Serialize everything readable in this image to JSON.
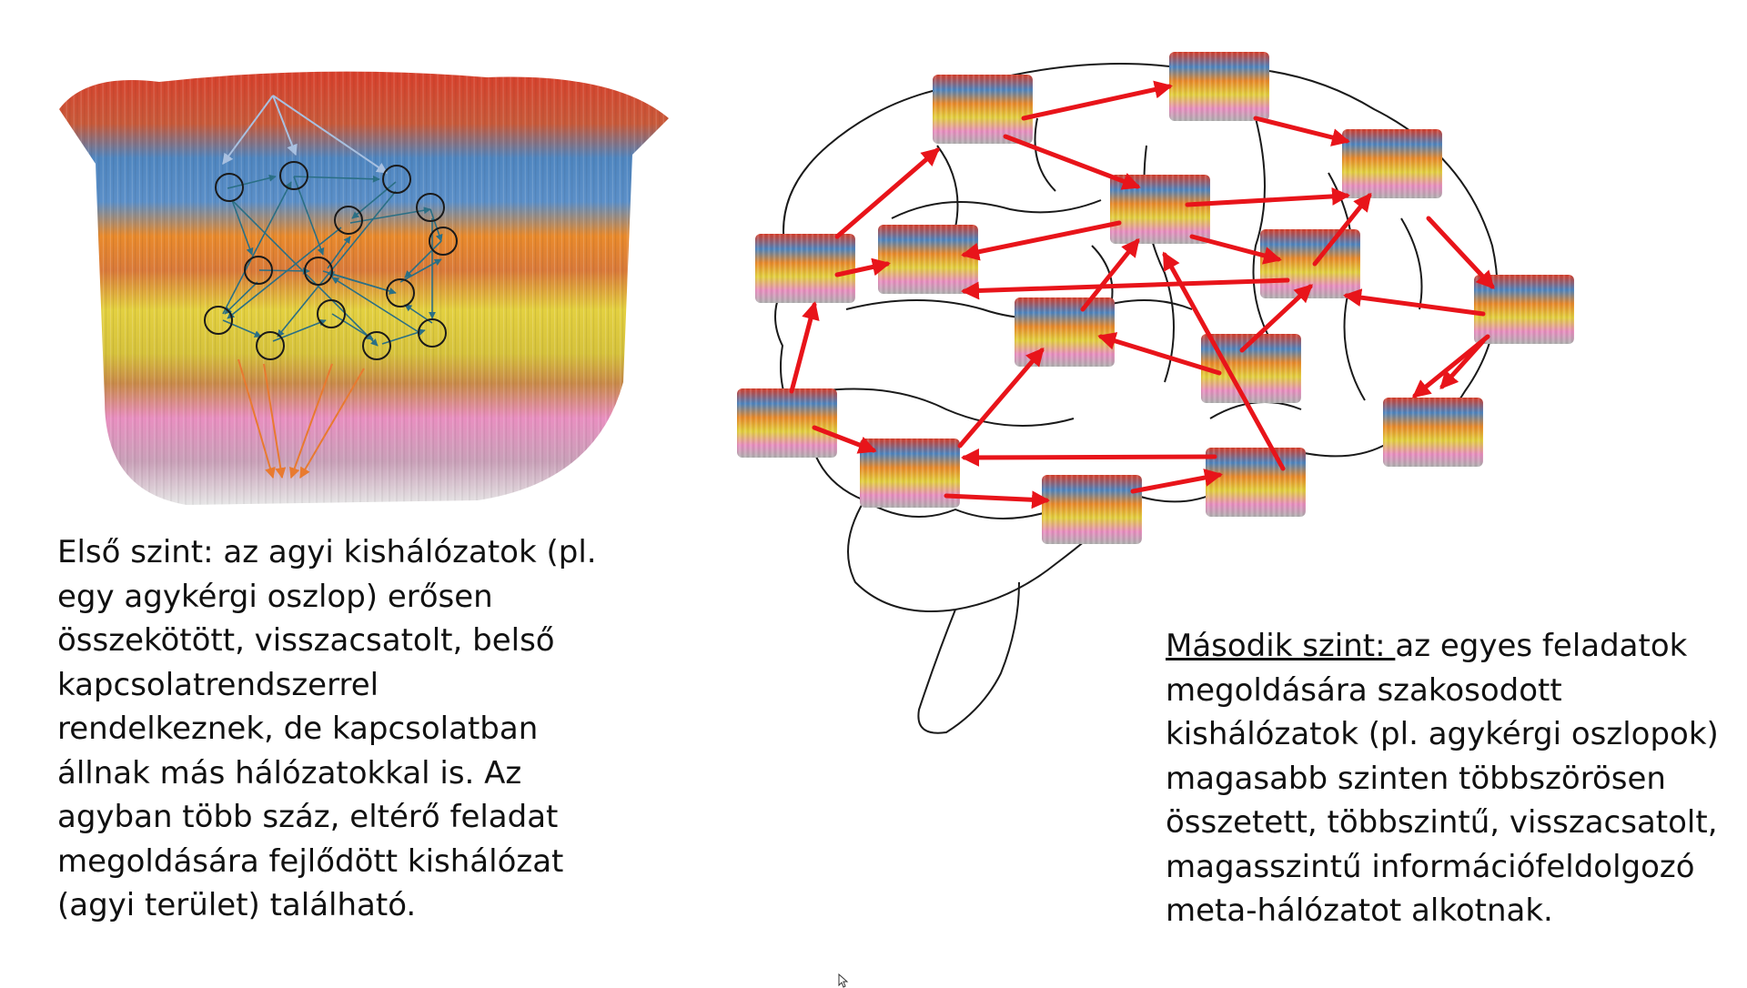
{
  "captions": {
    "first_lines": [
      "Első szint: az agyi kishálózatok (pl.",
      "egy agykérgi oszlop) erősen",
      "összekötött, visszacsatolt, belső",
      "kapcsolatrendszerrel",
      "rendelkeznek, de kapcsolatban",
      "állnak más hálózatokkal is. Az",
      "agyban több száz, eltérő feladat",
      "megoldására fejlődött kishálózat",
      "(agyi terület) található."
    ],
    "second_heading": "Második szint: ",
    "second_lines": [
      "az egyes feladatok",
      "megoldására szakosodott",
      "kishálózatok (pl. agykérgi oszlopok)",
      "magasabb szinten többszörösen",
      "összetett, többszintű, visszacsatolt,",
      "magasszintű információfeldolgozó",
      "meta-hálózatot alkotnak."
    ]
  },
  "colors": {
    "arrow_red": "#e8141a",
    "network_edge": "#2a6f85",
    "input_arrow": "#a8c0e0",
    "output_arrow": "#e87a30",
    "layer_red": "#d8402c",
    "layer_blue": "#4f86c0",
    "layer_orange": "#e98a2c",
    "layer_yellow": "#e3d040",
    "layer_pink": "#e88fc0",
    "layer_gray": "#b0b0b0"
  }
}
